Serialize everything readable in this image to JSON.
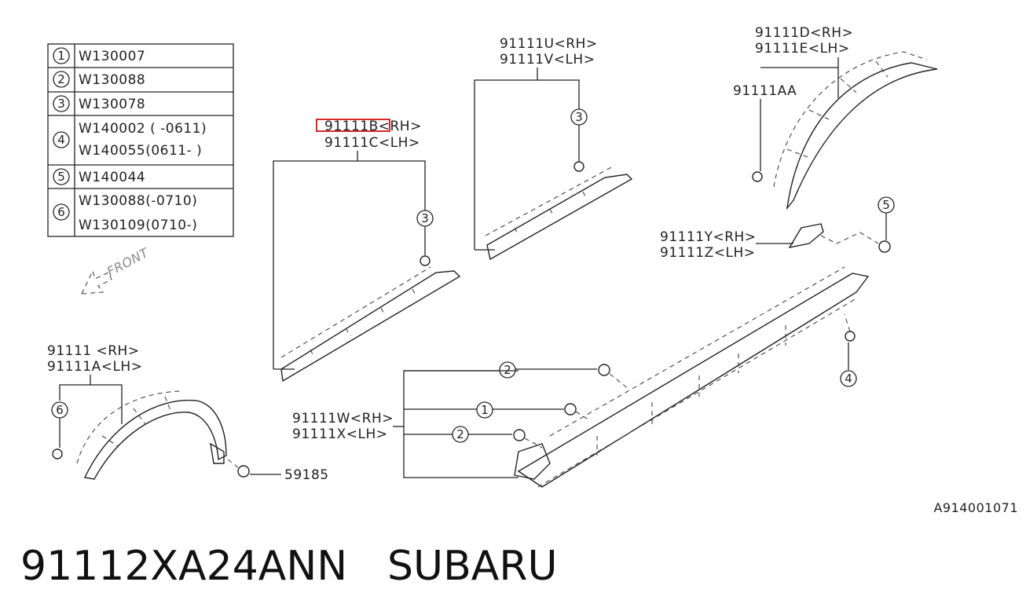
{
  "parts_table": [
    {
      "num": "1",
      "lines": [
        "W130007"
      ]
    },
    {
      "num": "2",
      "lines": [
        "W130088"
      ]
    },
    {
      "num": "3",
      "lines": [
        "W130078"
      ]
    },
    {
      "num": "4",
      "lines": [
        "W140002 ( -0611)",
        "W140055(0611- )"
      ]
    },
    {
      "num": "5",
      "lines": [
        "W140044"
      ]
    },
    {
      "num": "6",
      "lines": [
        "W130088(-0710)",
        "W130109(0710-)"
      ]
    }
  ],
  "front_label": "FRONT",
  "callouts": {
    "mid_rh": "91111B<RH>",
    "mid_lh": "91111C<LH>",
    "upper_rh": "91111U<RH>",
    "upper_lh": "91111V<LH>",
    "fender_rh": "91111D<RH>",
    "fender_lh": "91111E<LH>",
    "fender_aa": "91111AA",
    "bracket_rh": "91111Y<RH>",
    "bracket_lh": "91111Z<LH>",
    "rocker_rh": "91111W<RH>",
    "rocker_lh": "91111X<LH>",
    "wheel_rh": "91111  <RH>",
    "wheel_lh": "91111A<LH>",
    "clip": "59185"
  },
  "circle_refs": {
    "c1": "1",
    "c2a": "2",
    "c2b": "2",
    "c3a": "3",
    "c3b": "3",
    "c4": "4",
    "c5": "5",
    "c6": "6"
  },
  "diagram_code": "A914001071",
  "part_number": "91112XA24ANN",
  "brand": "SUBARU",
  "highlight_color": "#d62828"
}
